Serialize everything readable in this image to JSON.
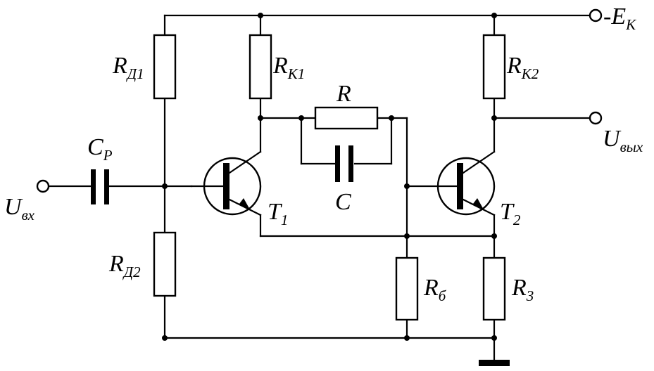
{
  "labels": {
    "rd1": {
      "main": "R",
      "sub": "Д1"
    },
    "rk1": {
      "main": "R",
      "sub": "K1"
    },
    "rk2": {
      "main": "R",
      "sub": "K2"
    },
    "r": {
      "main": "R"
    },
    "c": {
      "main": "C"
    },
    "cp": {
      "main": "C",
      "sub": "P"
    },
    "t1": {
      "main": "T",
      "sub": "1"
    },
    "t2": {
      "main": "T",
      "sub": "2"
    },
    "rd2": {
      "main": "R",
      "sub": "Д2"
    },
    "rb": {
      "main": "R",
      "sub": "б"
    },
    "r3": {
      "main": "R",
      "sub": "3"
    },
    "uin": {
      "main": "U",
      "sub": "вх"
    },
    "uout": {
      "main": "U",
      "sub": "вых"
    },
    "ek": {
      "prefix": "-",
      "main": "E",
      "sub": "K"
    }
  }
}
